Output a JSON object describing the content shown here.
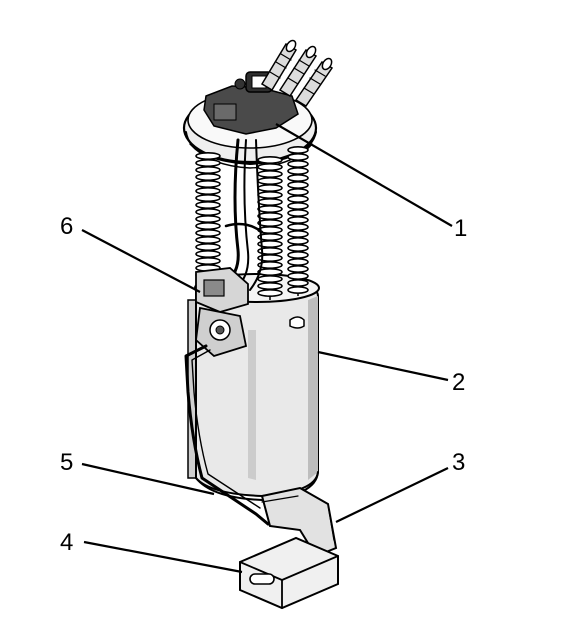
{
  "figure": {
    "callouts": [
      {
        "id": "1",
        "label": "1"
      },
      {
        "id": "2",
        "label": "2"
      },
      {
        "id": "3",
        "label": "3"
      },
      {
        "id": "4",
        "label": "4"
      },
      {
        "id": "5",
        "label": "5"
      },
      {
        "id": "6",
        "label": "6"
      }
    ],
    "colors": {
      "ink": "#000000",
      "background": "#ffffff",
      "shade": "#d8d8d8",
      "dark": "#3a3a3a"
    }
  }
}
